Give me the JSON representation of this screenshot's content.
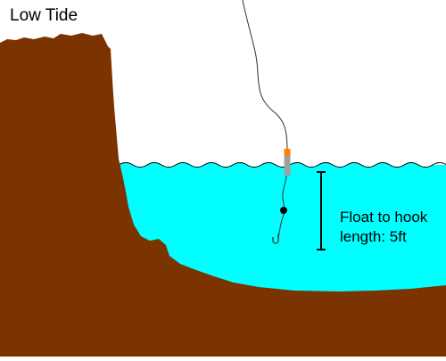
{
  "title": "Low Tide",
  "measurement": {
    "line1": "Float to hook",
    "line2": "length: 5ft"
  },
  "colors": {
    "water": "#00ffff",
    "ground": "#7b3300",
    "float_top": "#ff8000",
    "float_body": "#a0a0a0",
    "line": "#000000"
  }
}
